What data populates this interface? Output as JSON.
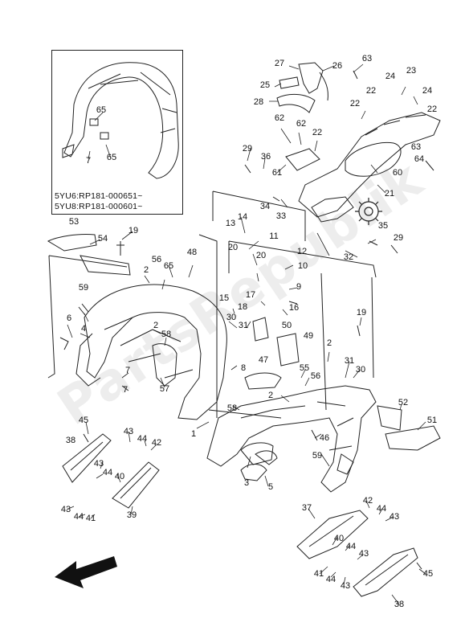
{
  "inset": {
    "note_line1": "5YU6:RP181-000651~",
    "note_line2": "5YU8:RP181-000601~"
  },
  "watermark": "PartsRepublik",
  "callouts": [
    {
      "id": "c27",
      "text": "27"
    },
    {
      "id": "c26",
      "text": "26"
    },
    {
      "id": "c63a",
      "text": "63"
    },
    {
      "id": "c25",
      "text": "25"
    },
    {
      "id": "c23",
      "text": "23"
    },
    {
      "id": "c24a",
      "text": "24"
    },
    {
      "id": "c22a",
      "text": "22"
    },
    {
      "id": "c28",
      "text": "28"
    },
    {
      "id": "c24b",
      "text": "24"
    },
    {
      "id": "c22b",
      "text": "22"
    },
    {
      "id": "c22c",
      "text": "22"
    },
    {
      "id": "c62a",
      "text": "62"
    },
    {
      "id": "c62b",
      "text": "62"
    },
    {
      "id": "c22d",
      "text": "22"
    },
    {
      "id": "c63b",
      "text": "63"
    },
    {
      "id": "c29a",
      "text": "29"
    },
    {
      "id": "c36",
      "text": "36"
    },
    {
      "id": "c64",
      "text": "64"
    },
    {
      "id": "c61",
      "text": "61"
    },
    {
      "id": "c60",
      "text": "60"
    },
    {
      "id": "c21",
      "text": "21"
    },
    {
      "id": "c34",
      "text": "34"
    },
    {
      "id": "c33",
      "text": "33"
    },
    {
      "id": "c35",
      "text": "35"
    },
    {
      "id": "c13",
      "text": "13"
    },
    {
      "id": "c14",
      "text": "14"
    },
    {
      "id": "c29b",
      "text": "29"
    },
    {
      "id": "c53",
      "text": "53"
    },
    {
      "id": "c54",
      "text": "54"
    },
    {
      "id": "c19a",
      "text": "19"
    },
    {
      "id": "c11",
      "text": "11"
    },
    {
      "id": "c20a",
      "text": "20"
    },
    {
      "id": "c12",
      "text": "12"
    },
    {
      "id": "c32",
      "text": "32"
    },
    {
      "id": "c20b",
      "text": "20"
    },
    {
      "id": "c10",
      "text": "10"
    },
    {
      "id": "c48",
      "text": "48"
    },
    {
      "id": "c56a",
      "text": "56"
    },
    {
      "id": "c2a",
      "text": "2"
    },
    {
      "id": "c65a",
      "text": "65"
    },
    {
      "id": "c9",
      "text": "9"
    },
    {
      "id": "c59a",
      "text": "59"
    },
    {
      "id": "c17",
      "text": "17"
    },
    {
      "id": "c15",
      "text": "15"
    },
    {
      "id": "c18",
      "text": "18"
    },
    {
      "id": "c16",
      "text": "16"
    },
    {
      "id": "c2b",
      "text": "2"
    },
    {
      "id": "c6",
      "text": "6"
    },
    {
      "id": "c4",
      "text": "4"
    },
    {
      "id": "c58a",
      "text": "58"
    },
    {
      "id": "c30a",
      "text": "30"
    },
    {
      "id": "c31a",
      "text": "31"
    },
    {
      "id": "c50",
      "text": "50"
    },
    {
      "id": "c19b",
      "text": "19"
    },
    {
      "id": "c49",
      "text": "49"
    },
    {
      "id": "c2c",
      "text": "2"
    },
    {
      "id": "c7a",
      "text": "7"
    },
    {
      "id": "c7b",
      "text": "7"
    },
    {
      "id": "c57",
      "text": "57"
    },
    {
      "id": "c8",
      "text": "8"
    },
    {
      "id": "c47",
      "text": "47"
    },
    {
      "id": "c31b",
      "text": "31"
    },
    {
      "id": "c30b",
      "text": "30"
    },
    {
      "id": "c55",
      "text": "55"
    },
    {
      "id": "c56b",
      "text": "56"
    },
    {
      "id": "c2d",
      "text": "2"
    },
    {
      "id": "c52",
      "text": "52"
    },
    {
      "id": "c58b",
      "text": "58"
    },
    {
      "id": "c1",
      "text": "1"
    },
    {
      "id": "c51",
      "text": "51"
    },
    {
      "id": "c45a",
      "text": "45"
    },
    {
      "id": "c43a",
      "text": "43"
    },
    {
      "id": "c44a",
      "text": "44"
    },
    {
      "id": "c38a",
      "text": "38"
    },
    {
      "id": "c42a",
      "text": "42"
    },
    {
      "id": "c46",
      "text": "46"
    },
    {
      "id": "c43b",
      "text": "43"
    },
    {
      "id": "c59b",
      "text": "59"
    },
    {
      "id": "c44b",
      "text": "44"
    },
    {
      "id": "c40a",
      "text": "40"
    },
    {
      "id": "c3",
      "text": "3"
    },
    {
      "id": "c5",
      "text": "5"
    },
    {
      "id": "c43c",
      "text": "43"
    },
    {
      "id": "c44c",
      "text": "44"
    },
    {
      "id": "c41a",
      "text": "41"
    },
    {
      "id": "c39",
      "text": "39"
    },
    {
      "id": "c37",
      "text": "37"
    },
    {
      "id": "c42b",
      "text": "42"
    },
    {
      "id": "c44d",
      "text": "44"
    },
    {
      "id": "c43d",
      "text": "43"
    },
    {
      "id": "c40b",
      "text": "40"
    },
    {
      "id": "c44e",
      "text": "44"
    },
    {
      "id": "c43e",
      "text": "43"
    },
    {
      "id": "c41b",
      "text": "41"
    },
    {
      "id": "c44f",
      "text": "44"
    },
    {
      "id": "c43f",
      "text": "43"
    },
    {
      "id": "c38b",
      "text": "38"
    },
    {
      "id": "c45b",
      "text": "45"
    },
    {
      "id": "c65b",
      "text": "65"
    },
    {
      "id": "c7c",
      "text": "7"
    },
    {
      "id": "c65c",
      "text": "65"
    }
  ],
  "icons": {
    "front_direction": "arrow-icon",
    "gear": "gear-icon"
  }
}
